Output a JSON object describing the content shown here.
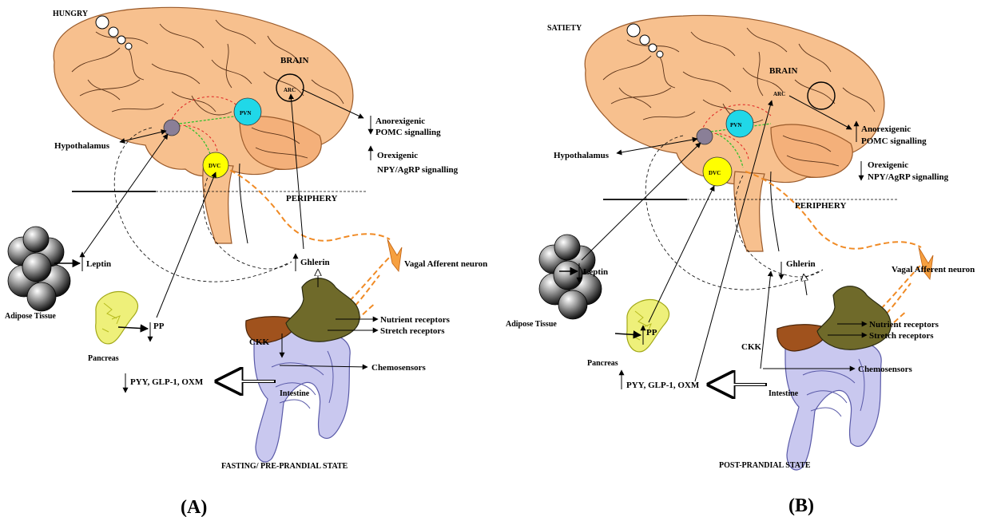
{
  "panels": [
    {
      "state_word": "HUNGRY",
      "brain_label": "BRAIN",
      "arc": "ARC",
      "pvn": "PVN",
      "dvc": "DVC",
      "hypothalamus": "Hypothalamus",
      "periphery": "PERIPHERY",
      "anorexigenic": "Anorexigenic",
      "pomc": "POMC signalling",
      "orexigenic": "Orexigenic",
      "npy": "NPY/AgRP signalling",
      "leptin": "Leptin",
      "adipose": "Adipose Tissue",
      "pp": "PP",
      "pancreas": "Pancreas",
      "ghrelin": "Ghlerin",
      "vagal": "Vagal Afferent neuron",
      "nutrient": "Nutrient receptors",
      "stretch": "Stretch receptors",
      "cck": "CKK",
      "chemo": "Chemosensors",
      "pyy": "PYY, GLP-1, OXM",
      "intestine": "Intestine",
      "caption": "FASTING/ PRE-PRANDIAL STATE",
      "letter": "(A)"
    },
    {
      "state_word": "SATIETY",
      "brain_label": "BRAIN",
      "arc": "ARC",
      "pvn": "PVN",
      "dvc": "DVC",
      "hypothalamus": "Hypothalamus",
      "periphery": "PERIPHERY",
      "anorexigenic": "Anorexigenic",
      "pomc": "POMC signalling",
      "orexigenic": "Orexigenic",
      "npy": "NPY/AgRP signalling",
      "leptin": "Leptin",
      "adipose": "Adipose Tissue",
      "pp": "PP",
      "pancreas": "Pancreas",
      "ghrelin": "Ghlerin",
      "vagal": "Vagal Afferent neuron",
      "nutrient": "Nutrient receptors",
      "stretch": "Stretch receptors",
      "cck": "CKK",
      "chemo": "Chemosensors",
      "pyy": "PYY, GLP-1, OXM",
      "intestine": "Intestine",
      "caption": "POST-PRANDIAL STATE",
      "letter": "(B)"
    }
  ],
  "colors": {
    "brain": "#f7c08e",
    "pvn": "#20d8e8",
    "dvc": "#ffff00",
    "hypothalamus_node": "#8a7f97",
    "vagal": "#f08a24",
    "intestine": "#c9c8ef",
    "pancreas": "#eef07a",
    "liver": "#a0521d"
  }
}
